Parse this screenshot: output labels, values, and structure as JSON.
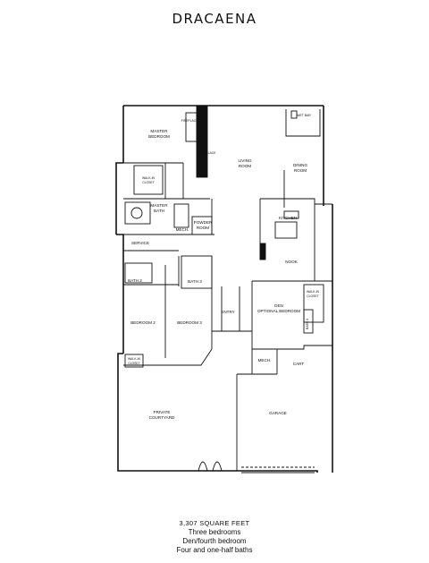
{
  "title": "DRACAENA",
  "rooms": {
    "fireplace_master": "FIREPLACE",
    "fireplace_living": "FIREPLACE",
    "wet_bar": "WET BAR",
    "master_bedroom_1": "MASTER",
    "master_bedroom_2": "BEDROOM",
    "living_1": "LIVING",
    "living_2": "ROOM",
    "dining_1": "DINING",
    "dining_2": "ROOM",
    "walkin_1": "WALK-IN",
    "walkin_2": "CLOSET",
    "master_bath_1": "MASTER",
    "master_bath_2": "BATH",
    "mech_1": "MECH.",
    "powder_1": "POWDER",
    "powder_2": "ROOM",
    "kitchen": "KITCHEN",
    "service": "SERVICE",
    "nook": "NOOK",
    "bath2": "BATH 2",
    "bath3": "BATH 3",
    "den_1": "DEN",
    "den_2": "OPTIONAL BEDROOM",
    "walkin2_1": "WALK-IN",
    "walkin2_2": "CLOSET",
    "bath4": "BATH 4",
    "bedroom2": "BEDROOM 2",
    "bedroom3": "BEDROOM 3",
    "entry": "ENTRY",
    "walkin3_1": "WALK-IN",
    "walkin3_2": "CLOSET",
    "mech_2": "MECH.",
    "cart": "CART",
    "courtyard_1": "PRIVATE",
    "courtyard_2": "COURTYARD",
    "garage": "GARAGE"
  },
  "footer": {
    "sqft": "3,307 SQUARE FEET",
    "line1": "Three bedrooms",
    "line2": "Den/fourth bedroom",
    "line3": "Four and one-half baths"
  }
}
